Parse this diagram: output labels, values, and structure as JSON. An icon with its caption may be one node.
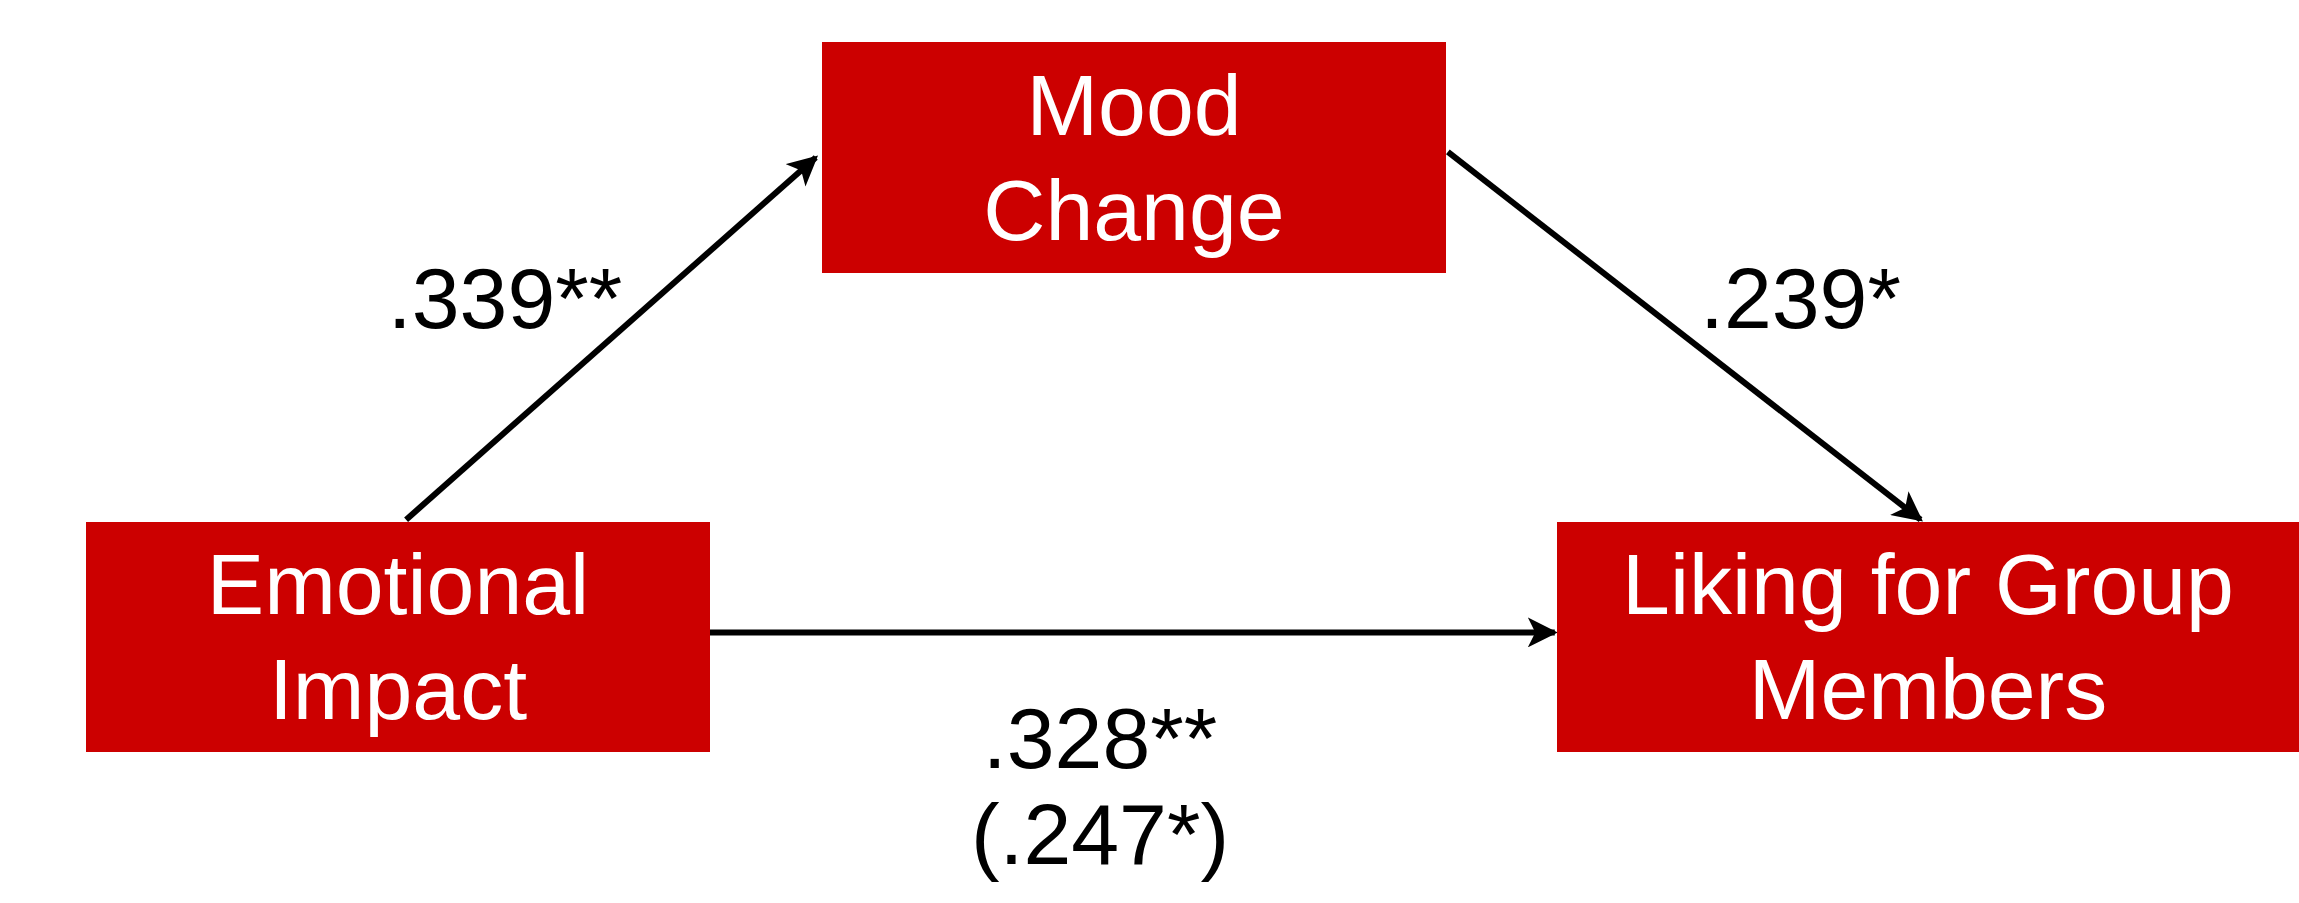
{
  "diagram": {
    "nodes": [
      {
        "text": [
          "Mood Change"
        ]
      },
      {
        "text": [
          "Emotional Impact"
        ]
      },
      {
        "text": [
          "Liking for Group Members"
        ]
      }
    ],
    "edges": [
      {
        "from": 1,
        "to": 0,
        "arrow": "to",
        "label": ".339**"
      },
      {
        "from": 0,
        "to": 2,
        "arrow": "to",
        "label": ".239*"
      },
      {
        "from": 1,
        "to": 2,
        "arrow": "to",
        "label": ".328** (.247*)"
      }
    ]
  }
}
